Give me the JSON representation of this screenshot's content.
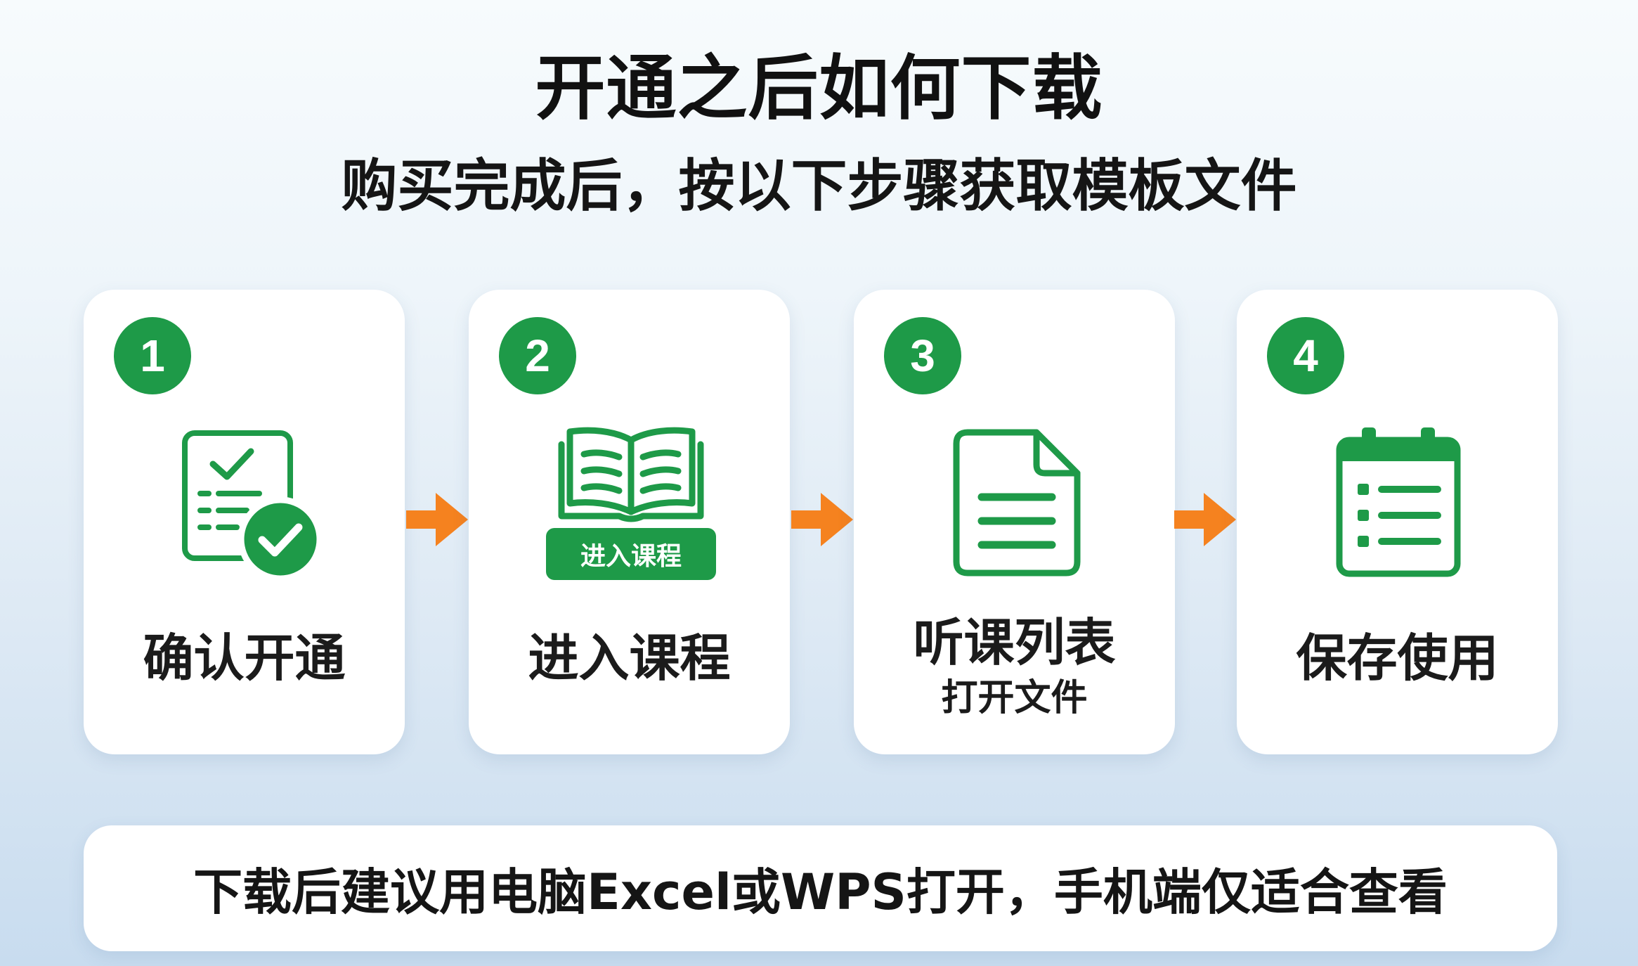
{
  "title": "开通之后如何下载",
  "subtitle": "购买完成后，按以下步骤获取模板文件",
  "steps": [
    {
      "number": "1",
      "label": "确认开通",
      "icon": "clipboard-check-icon"
    },
    {
      "number": "2",
      "label": "进入课程",
      "badge": "进入课程",
      "icon": "open-book-icon"
    },
    {
      "number": "3",
      "label": "听课列表",
      "sublabel": "打开文件",
      "icon": "document-icon"
    },
    {
      "number": "4",
      "label": "保存使用",
      "icon": "checklist-clipboard-icon"
    }
  ],
  "arrow_icon": "arrow-right-icon",
  "note": "下载后建议用电脑Excel或WPS打开，手机端仅适合查看",
  "colors": {
    "accent_green": "#1e9a48",
    "arrow_orange": "#f5821f",
    "card_background": "#ffffff"
  }
}
